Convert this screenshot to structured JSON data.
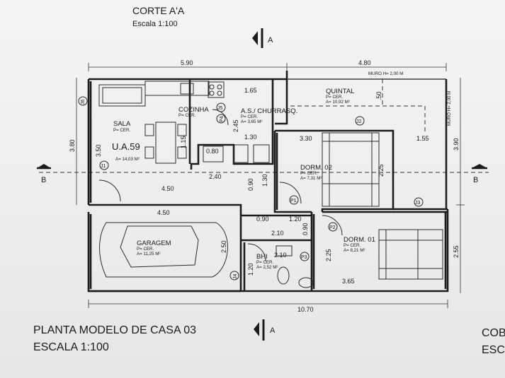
{
  "header": {
    "title": "CORTE A'A",
    "scale": "Escala 1:100"
  },
  "footer": {
    "title": "PLANTA MODELO DE CASA 03",
    "scale": "ESCALA 1:100",
    "cut1": "COB",
    "cut2": "ESC"
  },
  "section_marks": {
    "a": "A",
    "b": "B"
  },
  "unit_label": "U.A.59",
  "rooms": {
    "sala": {
      "name": "SALA",
      "floor": "P= CER.",
      "area": "A= 14,03 M²"
    },
    "cozinha": {
      "name": "COZINHA",
      "floor": "P= CER."
    },
    "as": {
      "name": "A.S./ CHURRASQ.",
      "floor": "P= CER.",
      "area": "A= 3,65 M²"
    },
    "quintal": {
      "name": "QUINTAL",
      "floor": "P= CER.",
      "area": "A= 10,92 M²"
    },
    "dorm02": {
      "name": "DORM. 02",
      "floor": "P= CER.",
      "area": "A= 7,31 M²"
    },
    "dorm01": {
      "name": "DORM. 01",
      "floor": "P= CER.",
      "area": "A= 8,21 M²"
    },
    "garagem": {
      "name": "GARAGEM",
      "floor": "P= CER.",
      "area": "A= 11,25 M²"
    },
    "bhi": {
      "name": "BHI",
      "floor": "P= CER.",
      "area": "A= 2,52 M²"
    }
  },
  "muro": {
    "top": "MURO H= 2,00 M",
    "right": "MURO H= 2,00 M"
  },
  "dimensions": {
    "top_left": "5.90",
    "top_right": "4.80",
    "bottom_total": "10.70",
    "left_total": "3.80",
    "right_total": "3.90",
    "right_lower": "2.55",
    "sala_h": "3.50",
    "coz_h": "1.15",
    "as_w": "1.65",
    "as_h": "2.45",
    "as_w2": "1.30",
    "sink_w": "0.80",
    "hall_w": "2.40",
    "sala_w": "4.50",
    "garage_w": "4.50",
    "garage_h": "2.50",
    "quintal_h": ".50",
    "dorm02_w": "3.30",
    "dorm02_h": "2.25",
    "quintal_w": "1.55",
    "hall_v1": "0.90",
    "hall_v2": "1.30",
    "hall_h1": "0.90",
    "hall_h2": "1.20",
    "hall_h3": "2.10",
    "hall_v3": "0.90",
    "bhi_w": "2.10",
    "bhi_h": "1.20",
    "dorm01_h": "2.25",
    "dorm01_w": "3.65"
  },
  "tags": {
    "j1": "J1",
    "j2": "J2",
    "j3": "J3",
    "j4": "J4",
    "j5": "J5",
    "j6": "J6",
    "p1": "P1",
    "p2": "P2",
    "p3": "P3",
    "p4": "P4"
  }
}
